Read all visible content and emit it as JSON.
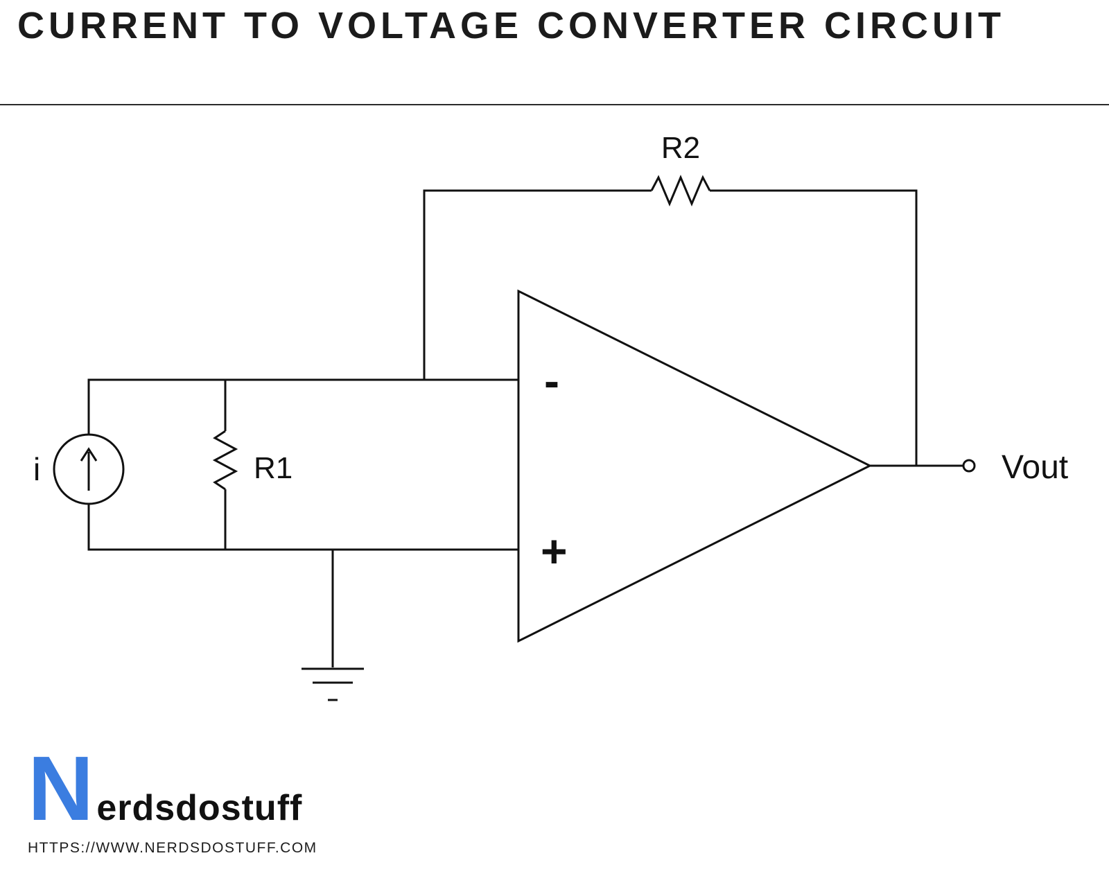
{
  "header": {
    "title": "CURRENT TO VOLTAGE CONVERTER CIRCUIT"
  },
  "circuit": {
    "source_label": "i",
    "r1_label": "R1",
    "r2_label": "R2",
    "vout_label": "Vout",
    "inverting_label": "-",
    "noninverting_label": "+",
    "line_color": "#111111",
    "components": [
      "current-source",
      "resistor-R1",
      "resistor-R2-feedback",
      "op-amp",
      "ground",
      "output-terminal-Vout"
    ]
  },
  "footer": {
    "logo_initial": "N",
    "logo_text": "erdsdostuff",
    "website": "HTTPS://WWW.NERDSDOSTUFF.COM",
    "logo_color": "#3b7de0"
  }
}
